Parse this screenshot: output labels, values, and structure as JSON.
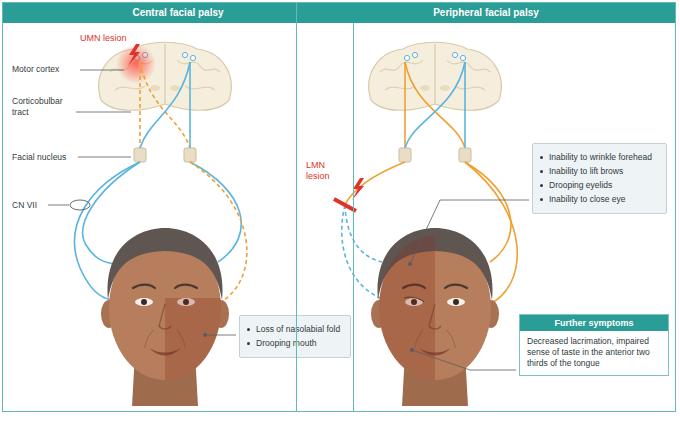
{
  "diagram": {
    "nodes": [
      {
        "text": [
          "Central facial palsy"
        ]
      },
      {
        "text": [
          "Loss of nasolabial fold",
          "Drooping mouth"
        ],
        "in": 0
      },
      {
        "text": [
          "Peripheral facial palsy"
        ]
      },
      {
        "text": [
          "Inability to wrinkle forehead",
          "Inability to lift brows",
          "Drooping eyelids",
          "Inability to close eye"
        ],
        "in": 2
      },
      {
        "text": [
          "Further symptoms",
          "Decreased lacrimation, impaired sense of taste in the anterior two thirds of the tongue"
        ],
        "in": 2
      }
    ],
    "labels": [
      "UMN lesion",
      "Motor cortex",
      "Corticobulbar tract",
      "Facial nucleus",
      "CN VII",
      "LMN lesion"
    ]
  }
}
